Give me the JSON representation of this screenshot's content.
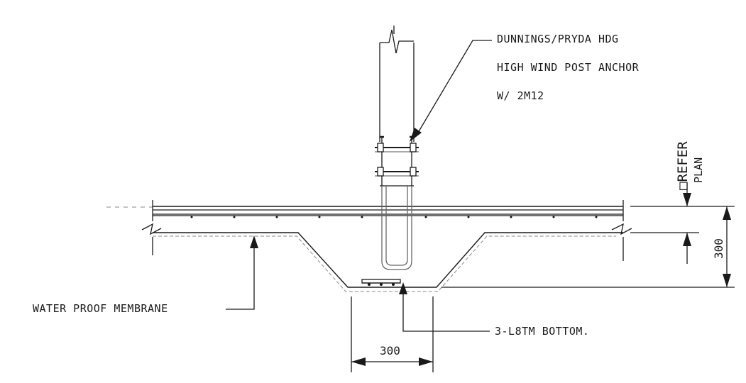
{
  "callouts": {
    "anchor_line1": "DUNNINGS/PRYDA HDG",
    "anchor_line2": "HIGH WIND POST ANCHOR",
    "anchor_line3": "W/ 2M12",
    "membrane": "WATER PROOF MEMBRANE",
    "bottom_bars": "3-L8TM BOTTOM."
  },
  "dimensions": {
    "footing_width": "300",
    "footing_depth": "300",
    "slab_refer_main": "□REFER",
    "slab_refer_sub": "PLAN"
  },
  "colors": {
    "line": "#1a1a1a",
    "hidden": "#888888"
  }
}
